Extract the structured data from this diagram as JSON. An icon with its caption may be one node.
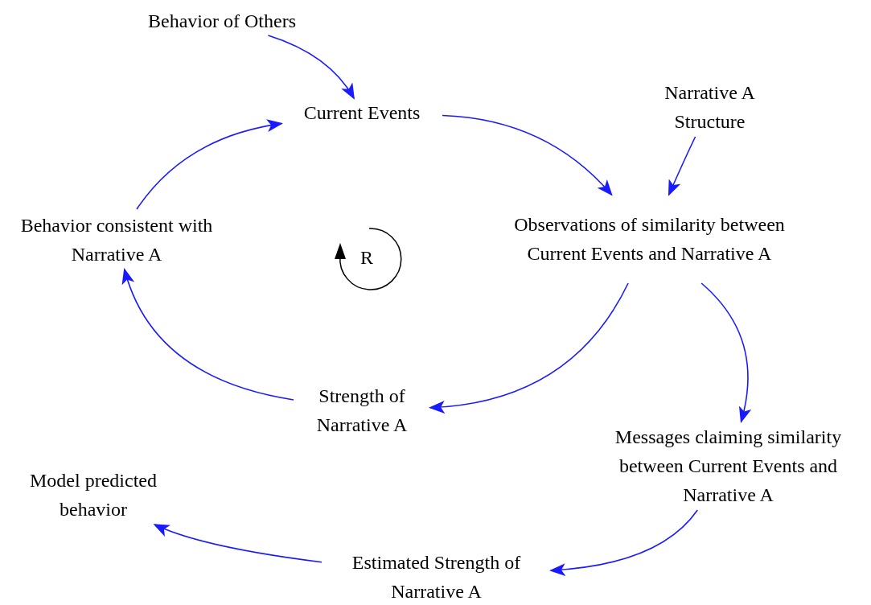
{
  "diagram": {
    "nodes": [
      {
        "text": [
          "Behavior of Others"
        ]
      },
      {
        "text": [
          "Current Events"
        ]
      },
      {
        "text": [
          "Narrative A Structure"
        ]
      },
      {
        "text": [
          "Observations of similarity between Current Events and Narrative A"
        ]
      },
      {
        "text": [
          "Behavior consistent with Narrative A"
        ]
      },
      {
        "text": [
          "Strength of Narrative A"
        ]
      },
      {
        "text": [
          "Messages claiming similarity between Current Events and Narrative A"
        ]
      },
      {
        "text": [
          "Model predicted behavior"
        ]
      },
      {
        "text": [
          "Estimated Strength of Narrative A"
        ]
      }
    ],
    "edges": [
      {
        "from": 0,
        "to": 1,
        "arrow": "to"
      },
      {
        "from": 1,
        "to": 3,
        "arrow": "to"
      },
      {
        "from": 2,
        "to": 3,
        "arrow": "to"
      },
      {
        "from": 3,
        "to": 5,
        "arrow": "to"
      },
      {
        "from": 3,
        "to": 6,
        "arrow": "to"
      },
      {
        "from": 5,
        "to": 4,
        "arrow": "to"
      },
      {
        "from": 4,
        "to": 1,
        "arrow": "to"
      },
      {
        "from": 6,
        "to": 8,
        "arrow": "to"
      },
      {
        "from": 8,
        "to": 7,
        "arrow": "to"
      }
    ],
    "labels": [
      "R"
    ]
  }
}
